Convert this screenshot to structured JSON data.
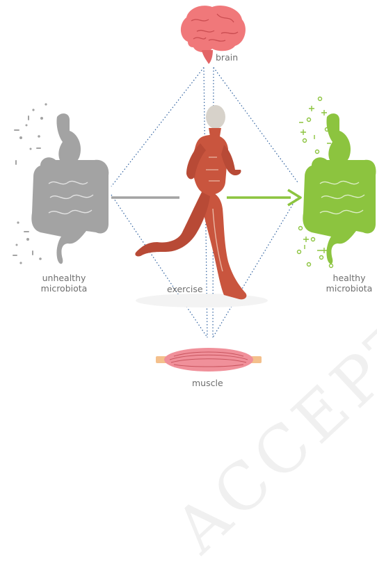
{
  "labels": {
    "brain": "brain",
    "unhealthy_line1": "unhealthy",
    "unhealthy_line2": "microbiota",
    "exercise": "exercise",
    "healthy_line1": "healthy",
    "healthy_line2": "microbiota",
    "muscle": "muscle"
  },
  "watermark": "ACCEPTED MANUSCRIPT",
  "colors": {
    "unhealthy": "#a3a3a3",
    "healthy": "#8cc43f",
    "brain": "#f0787a",
    "muscle_body": "#f0909a",
    "tendon": "#f4c08c",
    "runner": "#c9553e",
    "connector": "#2b5e9e"
  },
  "icons": {
    "brain": "brain-icon",
    "gut_unhealthy": "stomach-intestine-icon",
    "gut_healthy": "stomach-intestine-icon",
    "runner": "running-human-anatomy-icon",
    "muscle": "muscle-fiber-icon"
  }
}
